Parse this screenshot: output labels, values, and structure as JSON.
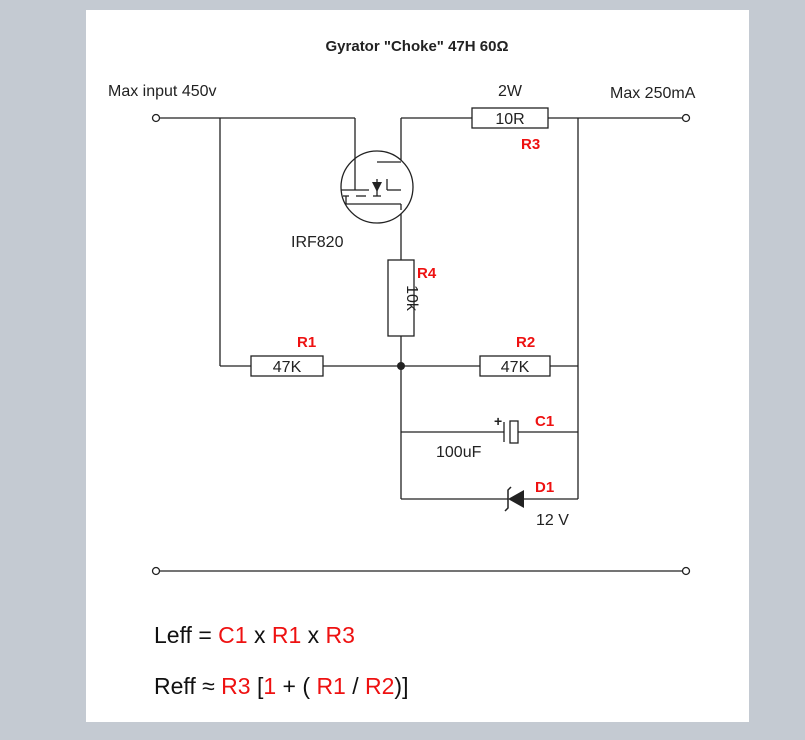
{
  "title": "Gyrator \"Choke\" 47H 60Ω",
  "labels": {
    "max_input": "Max input 450v",
    "max_output": "Max 250mA",
    "power_rating": "2W"
  },
  "components": {
    "mosfet": {
      "part": "IRF820"
    },
    "R1": {
      "ref": "R1",
      "value": "47K"
    },
    "R2": {
      "ref": "R2",
      "value": "47K"
    },
    "R3": {
      "ref": "R3",
      "value": "10R"
    },
    "R4": {
      "ref": "R4",
      "value": "10k"
    },
    "C1": {
      "ref": "C1",
      "value": "100uF",
      "polarity": "+"
    },
    "D1": {
      "ref": "D1",
      "value": "12 V"
    }
  },
  "formulas": {
    "leff": {
      "lhs": "Leff =",
      "c1": "C1",
      "x1": "x",
      "r1": "R1",
      "x2": "x",
      "r3": "R3"
    },
    "reff": {
      "lhs": "Reff ≈",
      "r3": "R3",
      "open_bracket": "[",
      "one": "1",
      "plus": "+",
      "open_paren": "(",
      "r1": "R1",
      "slash": "/",
      "r2": "R2",
      "close": ")]"
    }
  },
  "colors": {
    "highlight": "#ee1111",
    "wire": "#222222",
    "background": "#c4cad2",
    "panel": "#ffffff"
  }
}
